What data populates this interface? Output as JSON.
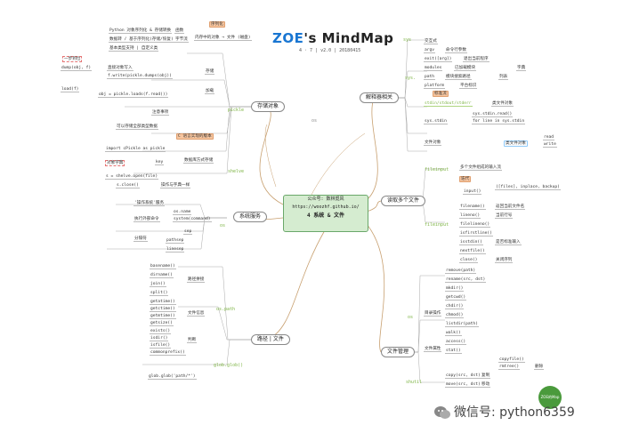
{
  "title": {
    "brand": "ZOE",
    "rest": "'s MindMap"
  },
  "subtitle": "4 · 7  |  v2.0  |  20180415",
  "center": {
    "line1": "公众号: 数林觅风",
    "line2": "https://woozhf.github.io/",
    "line3": "4 系统 & 文件"
  },
  "branches": {
    "persist": "存储对象",
    "sysmod": "解释器相关",
    "multi": "读取多个文件",
    "sysserv": "系统服务",
    "path": "路径 | 文件",
    "filemgmt": "文件管理"
  },
  "connectors": {
    "sys": "sys",
    "os": "os",
    "ospath": "os.path",
    "shutil": "shutil",
    "pickle": "pickle",
    "shelve": "shelve",
    "glob": "glob.glob()",
    "fileinput": "fileinput",
    "sys_l": "sys."
  },
  "nodes": {
    "n_1": "序列化",
    "n_2": "Python 对象序列化 & 存储转换",
    "n_3": "函数",
    "n_4": "数据转 / 基于序列化(存储/恢复)",
    "n_5": "字节流",
    "n_6": "基本类型支持 | 自定义类",
    "n_7": "内存中的对象 → 文件 (磁盘)",
    "n_8": "直接对象写入",
    "n_9": "f.write(pickle.dumps(obj))",
    "n_10": "存储",
    "n_11": "obj = pickle.loads(f.read())",
    "n_12": "加载",
    "n_13": "load(f)",
    "n_14": "dump(obj, f)",
    "n_15": "一步到位",
    "n_16": "注意事项",
    "n_17": "import cPickle as pickle",
    "n_18": "C 语言实现的版本",
    "n_19": "可以存储全部类型数据",
    "n_20": "对象字典",
    "n_21": "key",
    "n_22": "s = shelve.open(file)",
    "n_23": "s.close()",
    "n_24": "操作与字典一样",
    "n_25": "数据库方式存储",
    "n_26": "交互式",
    "n_27": "argv",
    "n_28": "命令行参数",
    "n_29": "exit([arg])",
    "n_30": "退出当前程序",
    "n_31": "modules",
    "n_32": "已加载模块",
    "n_33": "字典",
    "n_34": "path",
    "n_35": "模块搜索路径",
    "n_36": "列表",
    "n_37": "platform",
    "n_38": "平台标识",
    "n_39": "标准流",
    "n_40": "stdin/stdout/stderr",
    "n_41": "类文件对象",
    "n_42": "sys.stdin",
    "n_43": "for line in sys.stdin",
    "n_44": "sys.stdin.read()",
    "n_45": "文件对象",
    "n_46": "read",
    "n_47": "write",
    "n_48": "input()",
    "n_49": "多个文件组成的输入流",
    "n_50": "迭代",
    "n_51": "([files], inplace, backup)",
    "n_52": "返回当前文件名",
    "n_53": "filename()",
    "n_54": "lineno()",
    "n_55": "filelineno()",
    "n_56": "isfirstline()",
    "n_57": "isstdin()",
    "n_58": "nextfile()",
    "n_59": "close()",
    "n_60": "当前行号",
    "n_61": "是否标准输入",
    "n_62": "关闭序列",
    "n_63": "'操作系统'服务",
    "n_64": "os.name",
    "n_65": "system(command)",
    "n_66": "执行外部命令",
    "n_67": "sep",
    "n_68": "分隔符",
    "n_69": "pathsep",
    "n_70": "linesep",
    "n_71": "basename()",
    "n_72": "dirname()",
    "n_73": "join()",
    "n_74": "split()",
    "n_75": "getatime()",
    "n_76": "getctime()",
    "n_77": "getmtime()",
    "n_78": "getsize()",
    "n_79": "exists()",
    "n_80": "isdir()",
    "n_81": "isfile()",
    "n_82": "路径拼接",
    "n_83": "文件信息",
    "n_84": "判断",
    "n_85": "commonprefix()",
    "n_86": "glob.glob('path/*')",
    "n_87": "remove(path)",
    "n_88": "rename(src, dst)",
    "n_89": "mkdir()",
    "n_90": "getcwd()",
    "n_91": "chdir()",
    "n_92": "chmod()",
    "n_93": "listdir(path)",
    "n_94": "walk()",
    "n_95": "access()",
    "n_96": "stat()",
    "n_97": "目录操作",
    "n_98": "文件属性",
    "n_99": "copy(src, dst)",
    "n_100": "move(src, dst)",
    "n_101": "copyfile()",
    "n_102": "rmtree()",
    "n_103": "删除",
    "n_104": "复制",
    "n_105": "移动"
  },
  "stamp": "ZOE的Map",
  "watermark": "微信号: python6359"
}
